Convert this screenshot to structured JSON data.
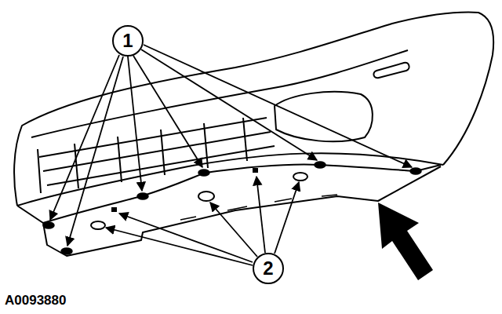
{
  "diagram": {
    "nodes": [
      {
        "text": [
          "1"
        ]
      },
      {
        "text": [
          "2"
        ]
      }
    ],
    "labels": [
      "A0093880"
    ]
  }
}
